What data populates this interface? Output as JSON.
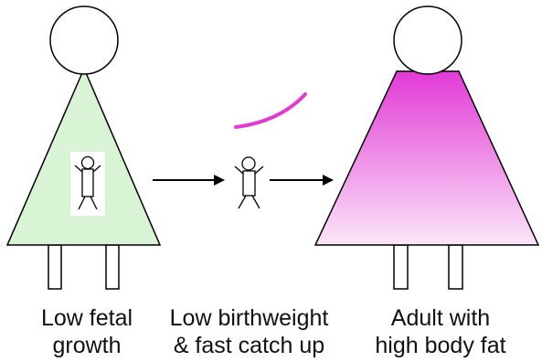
{
  "stages": [
    {
      "caption_line1": "Low fetal",
      "caption_line2": "growth"
    },
    {
      "caption_line1": "Low birthweight",
      "caption_line2": "& fast catch up"
    },
    {
      "caption_line1": "Adult with",
      "caption_line2": "high body fat"
    }
  ],
  "colors": {
    "mother_fill": "#d8f4d4",
    "adult_fill_top": "#e23ad7",
    "adult_fill_bottom": "#fbe6f8",
    "catchup_curve": "#e03ad0",
    "outline": "#000000"
  },
  "icons": [
    "fetus-icon",
    "baby-icon",
    "arrow-right-icon",
    "catch-up-curve-icon"
  ]
}
